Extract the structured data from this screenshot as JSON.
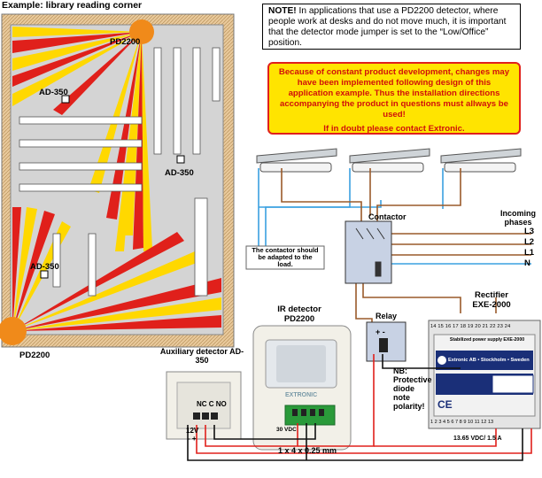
{
  "title": "Example: library reading corner",
  "note": {
    "bold": "NOTE!",
    "text": " In applications that use a PD2200 detector, where people work at desks and do not move much, it is important that the detector mode jumper is set to the “Low/Office” position."
  },
  "warning": {
    "text": "Because of constant product development, changes may have been implemented following design of this application example. Thus the installation directions accompanying the product in questions must allways be used!",
    "contact": "If in doubt please contact Extronic."
  },
  "floorplan": {
    "pd2200_top": "PD2200",
    "pd2200_bottom": "PD2200",
    "ad350_1": "AD-350",
    "ad350_2": "AD-350",
    "ad350_3": "AD-350"
  },
  "contactor": {
    "label": "Contactor",
    "note": "The contactor should be adapted to the load."
  },
  "phases": {
    "title": "Incoming phases",
    "lines": [
      "L3",
      "L2",
      "L1",
      "N"
    ]
  },
  "ir_detector": {
    "title": "IR detector",
    "model": "PD2200",
    "brand": "EXTRONIC",
    "cable": "1 x 4 x 0.25 mm",
    "voltage": "30 VDC"
  },
  "aux_detector": {
    "title": "Auxiliary detector AD-350",
    "terminals": "NC C NO",
    "supply": "12V",
    "polarity": "- +"
  },
  "relay": {
    "label": "Relay",
    "polarity": "+ -",
    "note": "NB: Protective diode note polarity!"
  },
  "rectifier": {
    "title": "Rectifier",
    "model": "EXE-2000",
    "device_title": "Stabilized power supply EXE-2000",
    "brand": "Extronic AB • Stockholm • Sweden",
    "terminals_top": "14 15 16 17 18 19 20 21 22 23 24",
    "terminals_bottom": "1 2 3 4 5 6 7 8 9 10 11 12 13",
    "ce": "CE",
    "output": "13.65 VDC/ 1.5 A"
  },
  "colors": {
    "wire_red": "#e0201b",
    "wire_blue": "#3aa0e0",
    "wire_brown": "#9a5a2a",
    "beam_yellow": "#ffd800",
    "beam_red": "#e0201b",
    "warning_bg": "#ffe400"
  }
}
